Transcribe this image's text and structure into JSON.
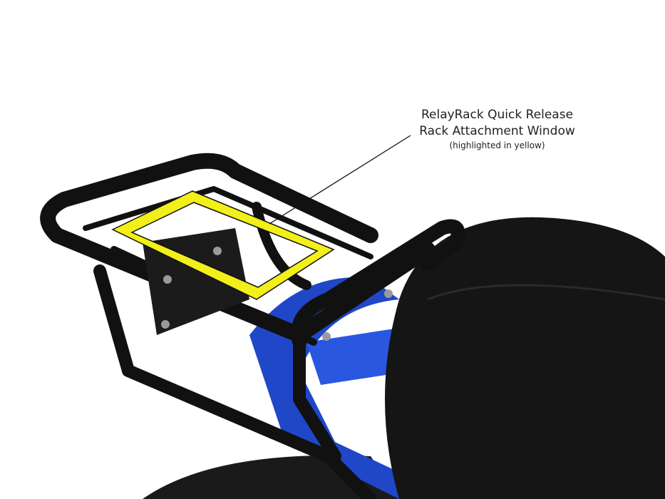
{
  "callout": {
    "title_line1": "RelayRack Quick Release",
    "title_line2": "Rack Attachment Window",
    "note": "(highlighted in yellow)"
  },
  "colors": {
    "highlight": "#f2ef1a",
    "rack": "#111111",
    "frame": "#1f47c8",
    "seat": "#151515"
  }
}
